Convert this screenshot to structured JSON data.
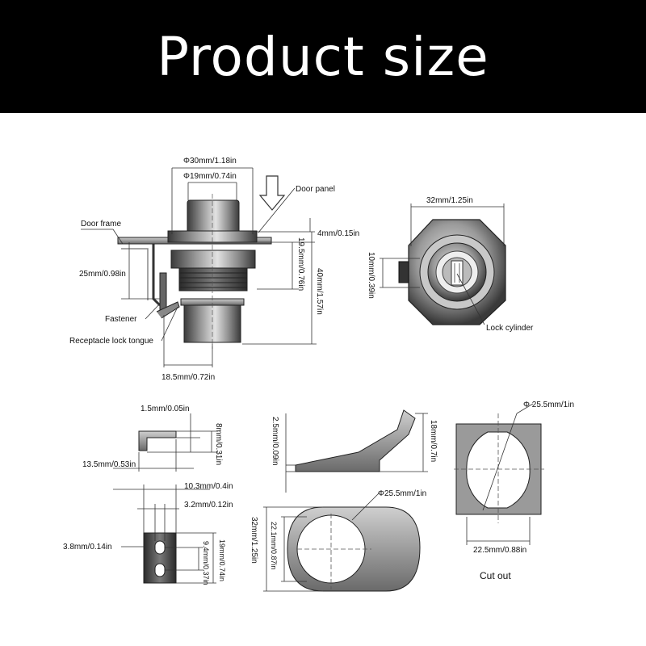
{
  "banner": {
    "title": "Product size"
  },
  "main_view": {
    "outer_diameter": "Φ30mm/1.18in",
    "inner_diameter": "Φ19mm/0.74in",
    "door_panel": "Door panel",
    "door_frame": "Door frame",
    "panel_thickness": "4mm/0.15in",
    "thread_length": "19.5mm/0.76in",
    "total_height": "40mm/1.57in",
    "frame_height": "25mm/0.98in",
    "fastener": "Fastener",
    "receptacle": "Receptacle lock tongue",
    "base_width": "18.5mm/0.72in"
  },
  "front_view": {
    "width": "32mm/1.25in",
    "height": "10mm/0.39in",
    "lock_cylinder": "Lock cylinder"
  },
  "bracket": {
    "thickness": "1.5mm/0.05in",
    "height": "8mm/0.31in",
    "length": "13.5mm/0.53in"
  },
  "plate": {
    "width": "10.3mm/0.4in",
    "slot_width": "3.2mm/0.12in",
    "left": "3.8mm/0.14in",
    "height": "19mm/0.74in",
    "slot_spacing": "9.4mm/0.37in"
  },
  "tongue": {
    "thickness": "2.5mm/0.09in",
    "height": "18mm/0.7in"
  },
  "ring": {
    "diameter": "Φ25.5mm/1in",
    "height": "32mm/1.25in",
    "flat": "22.1mm/0.87in"
  },
  "cutout": {
    "diameter": "Φ 25.5mm/1in",
    "flat": "22.5mm/0.88in",
    "caption": "Cut out"
  }
}
